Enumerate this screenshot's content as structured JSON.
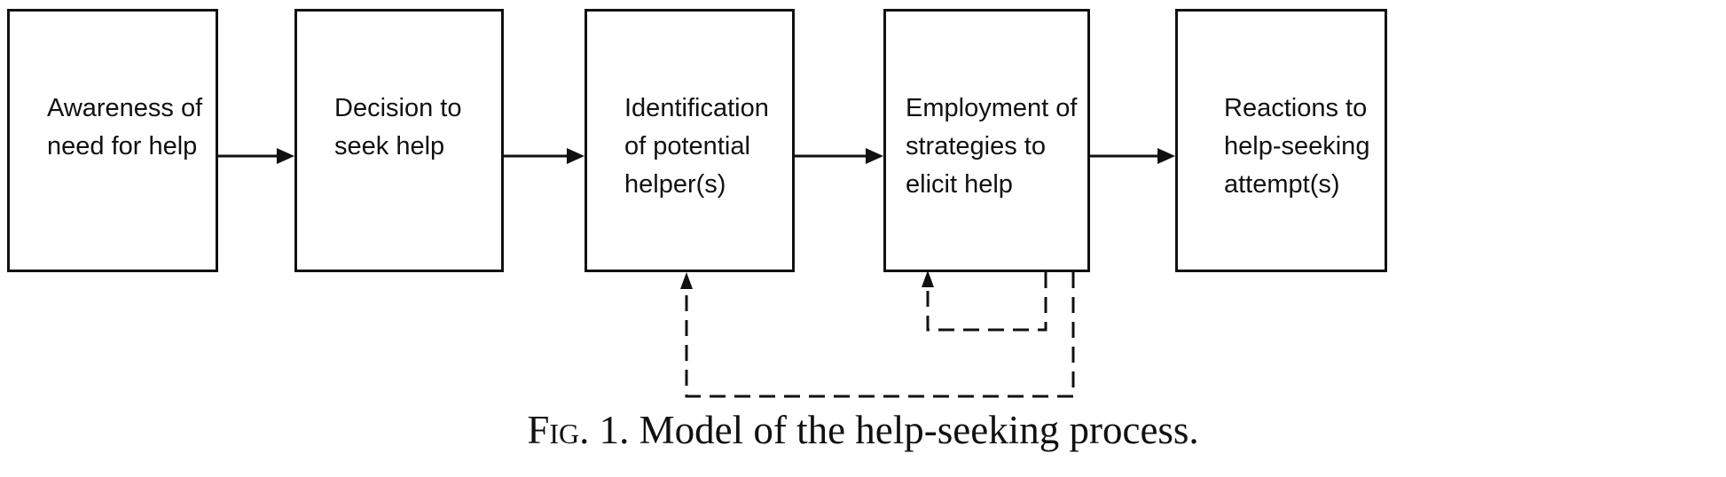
{
  "steps": [
    {
      "lines": [
        "Awareness of",
        "need for help"
      ]
    },
    {
      "lines": [
        "Decision to",
        "seek help"
      ]
    },
    {
      "lines": [
        "Identification",
        "of potential",
        "helper(s)"
      ]
    },
    {
      "lines": [
        "Employment of",
        "strategies to",
        "elicit help"
      ]
    },
    {
      "lines": [
        "Reactions to",
        "help-seeking",
        "attempt(s)"
      ]
    }
  ],
  "caption": {
    "label": "Fig. 1.",
    "text": "Model of the help-seeking process."
  }
}
